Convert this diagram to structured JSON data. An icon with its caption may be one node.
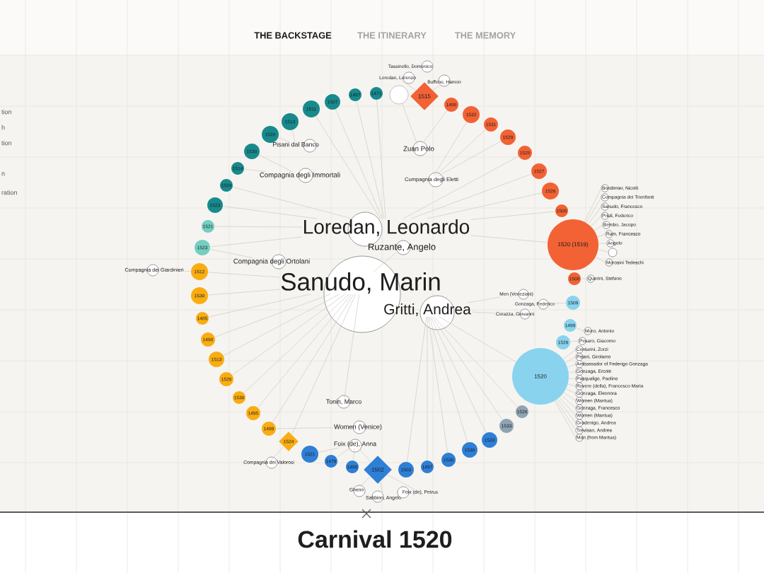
{
  "diagram": {
    "title": "Carnival 1520",
    "nodes": [
      {
        "text": [],
        "shape": "circle"
      },
      {
        "text": [
          "1515"
        ]
      },
      {
        "text": [
          "1498"
        ]
      },
      {
        "text": [
          "1532"
        ]
      },
      {
        "text": [
          "1531"
        ]
      },
      {
        "text": [
          "1529"
        ]
      },
      {
        "text": [
          "1528"
        ]
      },
      {
        "text": [
          "1527"
        ]
      },
      {
        "text": [
          "1526"
        ]
      },
      {
        "text": [
          "1508"
        ]
      },
      {
        "text": [
          "1520 (1519)"
        ]
      },
      {
        "text": [
          "1508"
        ]
      },
      {
        "text": [
          "1509"
        ]
      },
      {
        "text": [
          "1499"
        ]
      },
      {
        "text": [
          "1526"
        ]
      },
      {
        "text": [
          "1520"
        ]
      },
      {
        "text": [
          "1526"
        ]
      },
      {
        "text": [
          "1533"
        ]
      },
      {
        "text": [
          "1533"
        ]
      },
      {
        "text": [
          "1530"
        ]
      },
      {
        "text": [
          "1530"
        ]
      },
      {
        "text": [
          "1497"
        ]
      },
      {
        "text": [
          "1503"
        ]
      },
      {
        "text": [
          "1502"
        ]
      },
      {
        "text": [
          "1480"
        ]
      },
      {
        "text": [
          "1479"
        ]
      },
      {
        "text": [
          "1521"
        ]
      },
      {
        "text": [
          "1524"
        ]
      },
      {
        "text": [
          "1499"
        ]
      },
      {
        "text": [
          "1495"
        ]
      },
      {
        "text": [
          "1530"
        ]
      },
      {
        "text": [
          "1526"
        ]
      },
      {
        "text": [
          "1513"
        ]
      },
      {
        "text": [
          "1498"
        ]
      },
      {
        "text": [
          "1485"
        ]
      },
      {
        "text": [
          "1530"
        ]
      },
      {
        "text": [
          "1512"
        ]
      },
      {
        "text": [
          "1523"
        ]
      },
      {
        "text": [
          "1521"
        ]
      },
      {
        "text": [
          "1523"
        ]
      },
      {
        "text": [
          "1524"
        ]
      },
      {
        "text": [
          "1514"
        ]
      },
      {
        "text": [
          "1530"
        ]
      },
      {
        "text": [
          "1520"
        ]
      },
      {
        "text": [
          "1513"
        ]
      },
      {
        "text": [
          "1511"
        ]
      },
      {
        "text": [
          "1507"
        ]
      },
      {
        "text": [
          "1497"
        ]
      },
      {
        "text": [
          "1471"
        ]
      },
      {
        "text": [
          "Tassinello, Domenico"
        ]
      },
      {
        "text": [
          "Loredan, Lorenzo"
        ]
      },
      {
        "text": [
          "Buffone, Hamon"
        ]
      },
      {
        "text": [
          "Pisani dal Banco"
        ]
      },
      {
        "text": [
          "Compagnia degli Immortali"
        ]
      },
      {
        "text": [
          "Zuan Polo"
        ]
      },
      {
        "text": [
          "Compagnia degli Eletti"
        ]
      },
      {
        "text": [
          "Loredan, Leonardo"
        ]
      },
      {
        "text": [
          "Ruzante, Angelo"
        ]
      },
      {
        "text": [
          "Compagnia degli Ortolani"
        ]
      },
      {
        "text": [
          "Compagnia dei Giardinieri"
        ]
      },
      {
        "text": [
          "Sanudo, Marin"
        ]
      },
      {
        "text": [
          "Gritti, Andrea"
        ]
      },
      {
        "text": [
          "Bondimier, Nicolò"
        ]
      },
      {
        "text": [
          "Compagnia dei Trionfanti"
        ]
      },
      {
        "text": [
          "Sanudo, Francesco"
        ]
      },
      {
        "text": [
          "Priuli, Federico"
        ]
      },
      {
        "text": [
          "Bembo, Jacopo"
        ]
      },
      {
        "text": [
          "Ram, Francesco"
        ]
      },
      {
        "text": [
          "Angelo"
        ]
      },
      {
        "text": [],
        "shape": "circle"
      },
      {
        "text": [
          "Morosini Tedeschi"
        ]
      },
      {
        "text": [
          "Querini, Stefano"
        ]
      },
      {
        "text": [
          "Men (Veneziani)"
        ]
      },
      {
        "text": [
          "Gonzaga, Federico"
        ]
      },
      {
        "text": [
          "Corazza, Giovanni"
        ]
      },
      {
        "text": [
          "Moro, Antonio"
        ]
      },
      {
        "text": [
          "Pesaro, Giacomo"
        ]
      },
      {
        "text": [
          "Contarini, Zorzi"
        ]
      },
      {
        "text": [
          "Pisani, Girolamo"
        ]
      },
      {
        "text": [
          "Ambassador of Federigo Gonzaga"
        ]
      },
      {
        "text": [
          "Gonzaga, Ercole"
        ]
      },
      {
        "text": [
          "Pasqualigo, Paolino"
        ]
      },
      {
        "text": [
          "Rovere (della), Francesco Maria"
        ]
      },
      {
        "text": [
          "Gonzaga, Eleonora"
        ]
      },
      {
        "text": [
          "Women (Mantua)"
        ]
      },
      {
        "text": [
          "Gonzaga, Francesco"
        ]
      },
      {
        "text": [
          "Women (Mantua)"
        ]
      },
      {
        "text": [
          "Gradenigo, Andrea"
        ]
      },
      {
        "text": [
          "Trevisan, Andrea"
        ]
      },
      {
        "text": [
          "Man (from Mantua)"
        ]
      },
      {
        "text": [
          "Tonin, Marco"
        ]
      },
      {
        "text": [
          "Women (Venice)"
        ]
      },
      {
        "text": [
          "Foix (de), Anna"
        ]
      },
      {
        "text": [
          "Compagnia dei Valorosi"
        ]
      },
      {
        "text": [
          "Gheno"
        ]
      },
      {
        "text": [
          "Sabbion, Angelo"
        ]
      },
      {
        "text": [
          "Foix (de), Petrus"
        ]
      }
    ],
    "edges": [
      {
        "from": 1,
        "to": 50,
        "arrow": "none"
      },
      {
        "from": 1,
        "to": 51,
        "arrow": "none"
      },
      {
        "from": 0,
        "to": 54,
        "arrow": "none"
      },
      {
        "from": 2,
        "to": 54,
        "arrow": "none"
      },
      {
        "from": 3,
        "to": 55,
        "arrow": "none"
      },
      {
        "from": 4,
        "to": 55,
        "arrow": "none"
      },
      {
        "from": 5,
        "to": 55,
        "arrow": "none"
      },
      {
        "from": 48,
        "to": 56,
        "arrow": "none"
      },
      {
        "from": 47,
        "to": 56,
        "arrow": "none"
      },
      {
        "from": 46,
        "to": 56,
        "arrow": "none"
      },
      {
        "from": 45,
        "to": 56,
        "arrow": "none"
      },
      {
        "from": 6,
        "to": 56,
        "arrow": "none"
      },
      {
        "from": 7,
        "to": 56,
        "arrow": "none"
      },
      {
        "from": 8,
        "to": 56,
        "arrow": "none"
      },
      {
        "from": 9,
        "to": 56,
        "arrow": "none"
      },
      {
        "from": 10,
        "to": 56,
        "arrow": "none"
      },
      {
        "from": 39,
        "to": 56,
        "arrow": "none"
      },
      {
        "from": 40,
        "to": 56,
        "arrow": "none"
      },
      {
        "from": 38,
        "to": 56,
        "arrow": "none"
      },
      {
        "from": 37,
        "to": 56,
        "arrow": "none"
      },
      {
        "from": 43,
        "to": 52,
        "arrow": "none"
      },
      {
        "from": 44,
        "to": 52,
        "arrow": "none"
      },
      {
        "from": 42,
        "to": 53,
        "arrow": "none"
      },
      {
        "from": 41,
        "to": 53,
        "arrow": "none"
      },
      {
        "from": 37,
        "to": 58,
        "arrow": "none"
      },
      {
        "from": 36,
        "to": 59,
        "arrow": "none"
      },
      {
        "from": 36,
        "to": 60,
        "arrow": "none"
      },
      {
        "from": 35,
        "to": 60,
        "arrow": "none"
      },
      {
        "from": 34,
        "to": 60,
        "arrow": "none"
      },
      {
        "from": 33,
        "to": 60,
        "arrow": "none"
      },
      {
        "from": 32,
        "to": 60,
        "arrow": "none"
      },
      {
        "from": 31,
        "to": 60,
        "arrow": "none"
      },
      {
        "from": 30,
        "to": 60,
        "arrow": "none"
      },
      {
        "from": 29,
        "to": 60,
        "arrow": "none"
      },
      {
        "from": 28,
        "to": 60,
        "arrow": "none"
      },
      {
        "from": 27,
        "to": 60,
        "arrow": "none"
      },
      {
        "from": 57,
        "to": 60,
        "arrow": "none"
      },
      {
        "from": 90,
        "to": 60,
        "arrow": "none"
      },
      {
        "from": 22,
        "to": 61,
        "arrow": "none"
      },
      {
        "from": 21,
        "to": 61,
        "arrow": "none"
      },
      {
        "from": 20,
        "to": 61,
        "arrow": "none"
      },
      {
        "from": 19,
        "to": 61,
        "arrow": "none"
      },
      {
        "from": 18,
        "to": 61,
        "arrow": "none"
      },
      {
        "from": 17,
        "to": 61,
        "arrow": "none"
      },
      {
        "from": 16,
        "to": 61,
        "arrow": "none"
      },
      {
        "from": 15,
        "to": 61,
        "arrow": "none"
      },
      {
        "from": 72,
        "to": 61,
        "arrow": "none"
      },
      {
        "from": 74,
        "to": 61,
        "arrow": "none"
      },
      {
        "from": 62,
        "to": 10,
        "arrow": "none"
      },
      {
        "from": 63,
        "to": 10,
        "arrow": "none"
      },
      {
        "from": 64,
        "to": 10,
        "arrow": "none"
      },
      {
        "from": 65,
        "to": 10,
        "arrow": "none"
      },
      {
        "from": 66,
        "to": 10,
        "arrow": "none"
      },
      {
        "from": 67,
        "to": 10,
        "arrow": "none"
      },
      {
        "from": 68,
        "to": 10,
        "arrow": "none"
      },
      {
        "from": 69,
        "to": 10,
        "arrow": "none"
      },
      {
        "from": 70,
        "to": 10,
        "arrow": "none"
      },
      {
        "from": 71,
        "to": 11,
        "arrow": "none"
      },
      {
        "from": 73,
        "to": 12,
        "arrow": "none"
      },
      {
        "from": 75,
        "to": 13,
        "arrow": "none"
      },
      {
        "from": 76,
        "to": 14,
        "arrow": "none"
      },
      {
        "from": 77,
        "to": 15,
        "arrow": "none"
      },
      {
        "from": 78,
        "to": 15,
        "arrow": "none"
      },
      {
        "from": 79,
        "to": 15,
        "arrow": "none"
      },
      {
        "from": 80,
        "to": 15,
        "arrow": "none"
      },
      {
        "from": 81,
        "to": 15,
        "arrow": "none"
      },
      {
        "from": 82,
        "to": 15,
        "arrow": "none"
      },
      {
        "from": 83,
        "to": 15,
        "arrow": "none"
      },
      {
        "from": 84,
        "to": 15,
        "arrow": "none"
      },
      {
        "from": 85,
        "to": 15,
        "arrow": "none"
      },
      {
        "from": 86,
        "to": 15,
        "arrow": "none"
      },
      {
        "from": 87,
        "to": 15,
        "arrow": "none"
      },
      {
        "from": 88,
        "to": 15,
        "arrow": "none"
      },
      {
        "from": 89,
        "to": 15,
        "arrow": "none"
      },
      {
        "from": 91,
        "to": 28,
        "arrow": "none"
      },
      {
        "from": 92,
        "to": 23,
        "arrow": "none"
      },
      {
        "from": 93,
        "to": 27,
        "arrow": "none"
      },
      {
        "from": 94,
        "to": 23,
        "arrow": "none"
      },
      {
        "from": 95,
        "to": 23,
        "arrow": "none"
      },
      {
        "from": 96,
        "to": 23,
        "arrow": "none"
      },
      {
        "from": 26,
        "to": 92,
        "arrow": "none"
      },
      {
        "from": 25,
        "to": 92,
        "arrow": "none"
      },
      {
        "from": 24,
        "to": 92,
        "arrow": "none"
      }
    ],
    "labels": [
      "THE BACKSTAGE",
      "THE ITINERARY",
      "THE MEMORY",
      "tion",
      "h",
      "tion",
      "n",
      "ration"
    ]
  }
}
